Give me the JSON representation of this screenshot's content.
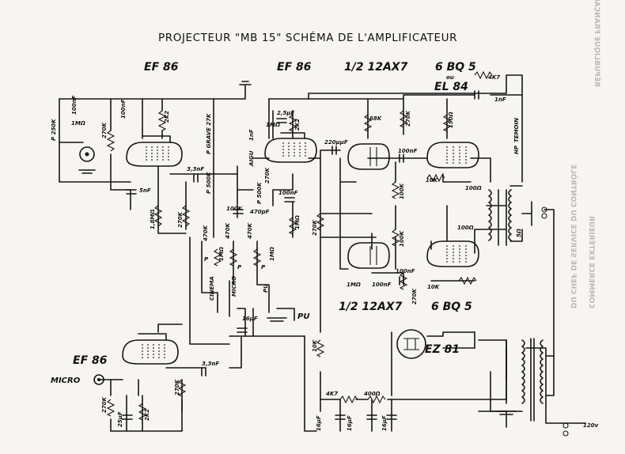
{
  "title": "PROJECTEUR \"MB 15\" SCHÉMA DE L'AMPLIFICATEUR",
  "tubes": {
    "v1": "EF 86",
    "v2": "EF 86",
    "v3": "1/2 12AX7",
    "v4": "6 BQ 5",
    "v4_or": "ou",
    "v4_alt": "EL 84",
    "v5": "1/2 12AX7",
    "v6": "6 BQ 5",
    "v7": "EF 86",
    "v8": "EZ 81"
  },
  "labels": {
    "micro": "MICRO",
    "pu": "PU",
    "cinema": "CINEMA",
    "micro_sw": "MICRO",
    "pu_sw": "PU",
    "hp": "HP",
    "temoin": "TEMOIN",
    "mains": "120v"
  },
  "components": {
    "r_4k7_top": "4K7",
    "c_1nf_top": "1nF",
    "p250k": "P 250K",
    "r_1mohm_v1": "1MΩ",
    "c_100nf_v1": "100nF",
    "r_270k_v1": "270K",
    "c_100nf_b": "100nF",
    "r_2k2_v1": "2K2",
    "c_5nf": "5nF",
    "r_1_8m": "1,8MΩ",
    "r_270k_v1b": "270K",
    "c_3_3nf_a": "3,3nF",
    "p_grave": "P GRAVE 27K",
    "p_500k_a": "P 500K",
    "r_100k_a": "100K",
    "c_1nf_aigu": "1nF",
    "aigu": "AIGU",
    "p_500k_b": "P 500K",
    "r_270k_a": "270K",
    "c_470pf": "470pF",
    "c_2_5uf": "2,5μF",
    "r_1mohm_v2": "1MΩ",
    "r_2k2_v2": "2K2",
    "c_100nf_v2": "100nF",
    "r_1m_v2b": "1MΩ",
    "r_270k_v2": "270K",
    "c_220pf": "220μμF",
    "r_68k": "68K",
    "r_270k_v3": "270K",
    "c_100nf_v3": "100nF",
    "r_100k_v3": "100K",
    "r_150": "150Ω",
    "r_10k_a": "10K",
    "r_100_a": "100Ω",
    "r_100k_v5": "100K",
    "r_100_b": "100Ω",
    "r_5": "5Ω",
    "r_470k_a": "470K",
    "r_470k_b": "470K",
    "r_470k_c": "470K",
    "r_1mohm_a": "1MΩ",
    "r_1mohm_b": "1MΩ",
    "r_1mohm_v5": "1MΩ",
    "c_100nf_v5": "100nF",
    "c_100nf_v5b": "100nF",
    "r_10k_b": "10K",
    "r_270k_v5": "270K",
    "c_16uf_a": "16μF",
    "r_10k_c": "10K",
    "c_3_3nf_b": "3,3nF",
    "r_270k_v7": "270K",
    "r_270k_v7b": "270K",
    "c_25uf": "25μF",
    "r_2k2_v7": "2K2",
    "r_4k7_b": "4K7",
    "r_400": "400Ω",
    "c_16uf_b": "16μF",
    "c_16uf_c": "16μF",
    "c_16uf_d": "16μF",
    "p_a": "P",
    "p_b": "P",
    "p_c": "P"
  },
  "ghost_text": {
    "g1": "RÉPUBLIQUE FRANÇAISE",
    "g2": "COMMERCE EXTÉRIEUR",
    "g3": "DU CHEF DE SERVICE DU CONTRÔLE"
  }
}
